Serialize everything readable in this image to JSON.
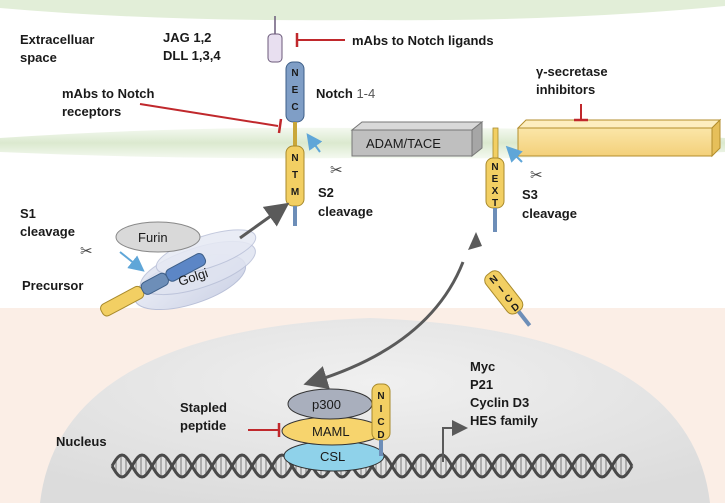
{
  "regions": {
    "extracellular": "Extracelluar space",
    "nucleus": "Nucleus"
  },
  "ligand": {
    "line1": "JAG 1,2",
    "line2": "DLL 1,3,4"
  },
  "inhibitors": {
    "ligand_mabs": "mAbs to Notch ligands",
    "receptor_mabs_line1": "mAbs to Notch",
    "receptor_mabs_line2": "receptors",
    "gamma_secretase_line1": "γ-secretase",
    "gamma_secretase_line2": "inhibitors",
    "stapled_line1": "Stapled",
    "stapled_line2": "peptide"
  },
  "notch": {
    "name": "Notch",
    "suffix": " 1-4",
    "nec_letters": [
      "N",
      "E",
      "C"
    ],
    "ntm_letters": [
      "N",
      "T",
      "M"
    ],
    "next_letters": [
      "N",
      "E",
      "X",
      "T"
    ],
    "nicd_letters": [
      "N",
      "I",
      "C",
      "D"
    ]
  },
  "enzymes": {
    "adam": "ADAM/TACE",
    "furin": "Furin",
    "golgi": "Golgi"
  },
  "cleavage": {
    "s1_line1": "S1",
    "s1_line2": "cleavage",
    "s2_line1": "S2",
    "s2_line2": "cleavage",
    "s3_line1": "S3",
    "s3_line2": "cleavage"
  },
  "precursor": "Precursor",
  "complex": {
    "p300": "p300",
    "maml": "MAML",
    "csl": "CSL"
  },
  "targets": [
    "Myc",
    "P21",
    "Cyclin D3",
    "HES family"
  ],
  "colors": {
    "membrane": "#e4efdc",
    "nucleus_region": "#fbeee6",
    "nucleus": "#e6e6e6",
    "notch_yellow": "#f2cf63",
    "notch_blue": "#6d8eb8",
    "inhibitor_red": "#c0282c",
    "arrow_blue": "#5fa6d8",
    "ligand_lavender": "#e8dff0"
  }
}
